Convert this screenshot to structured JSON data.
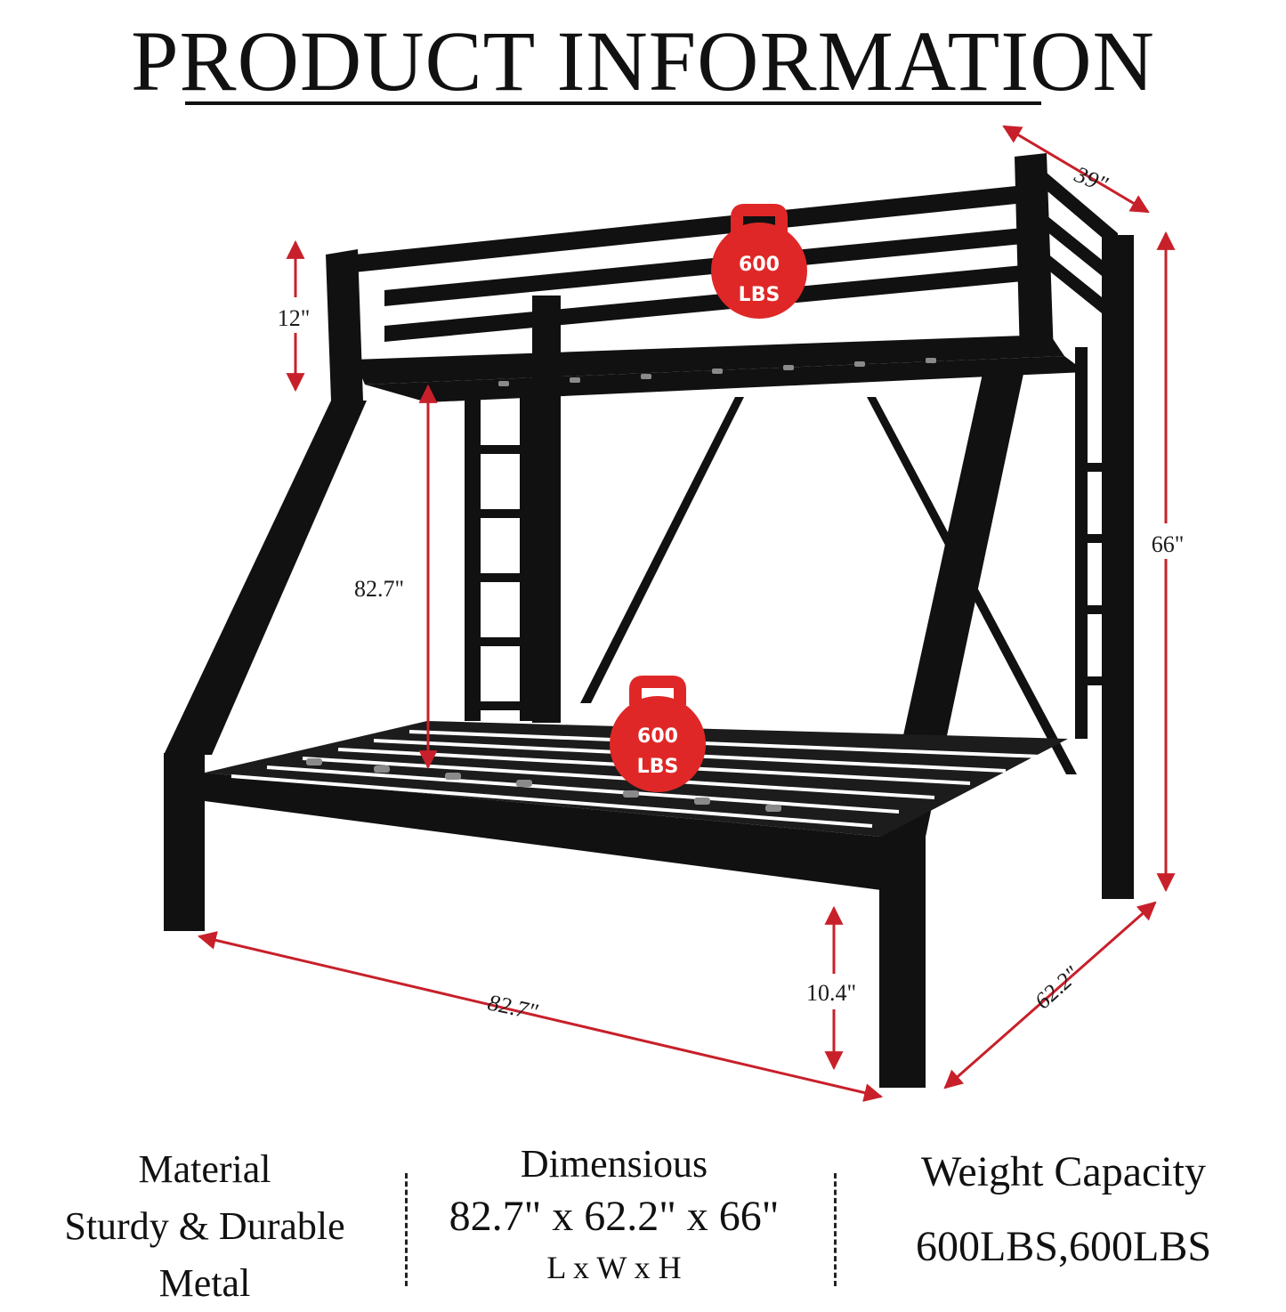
{
  "title": "PRODUCT INFORMATION",
  "dimensions": {
    "rail_height": "12\"",
    "depth": "39\"",
    "total_height": "66\"",
    "bottom_clearance": "82.7\"",
    "length": "82.7\"",
    "leg_clearance": "10.4\"",
    "width": "62.2\""
  },
  "badges": {
    "top": {
      "value": "600",
      "unit": "LBS"
    },
    "bottom": {
      "value": "600",
      "unit": "LBS"
    }
  },
  "specs": {
    "material": {
      "line1": "Material",
      "line2": "Sturdy & Durable",
      "line3": "Metal"
    },
    "dimensions": {
      "line1": "Dimensious",
      "line2": "82.7\" x 62.2\" x 66\"",
      "line3": "L x W x H"
    },
    "weight": {
      "line1": "Weight Capacity",
      "line2": "600LBS,600LBS"
    }
  },
  "colors": {
    "frame": "#111111",
    "dimension_line": "#c8202a",
    "badge": "#e02727",
    "slat_strap": "#8a8a8a"
  },
  "icons": [
    "kettlebell-icon"
  ]
}
